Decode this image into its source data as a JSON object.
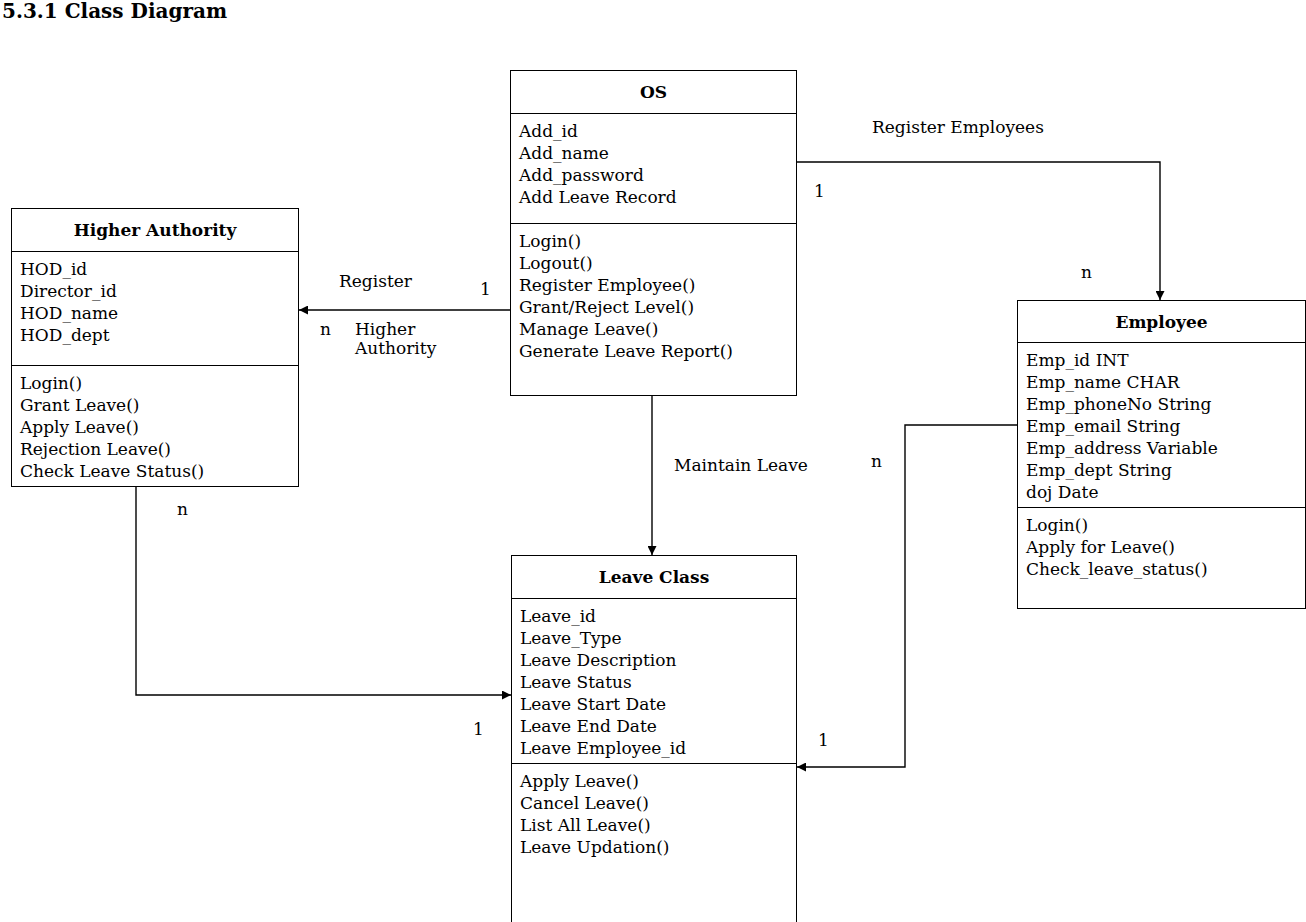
{
  "diagram": {
    "title": "5.3.1 Class Diagram",
    "nodes": [
      {
        "text": [
          "OS",
          "Add_id",
          "Add_name",
          "Add_password",
          "Add Leave Record",
          "Login()",
          "Logout()",
          "Register Employee()",
          "Grant/Reject Level()",
          "Manage Leave()",
          "Generate Leave Report()"
        ]
      },
      {
        "text": [
          "Higher Authority",
          "HOD_id",
          "Director_id",
          "HOD_name",
          "HOD_dept",
          "Login()",
          "Grant Leave()",
          "Apply Leave()",
          "Rejection Leave()",
          "Check Leave Status()"
        ]
      },
      {
        "text": [
          "Employee",
          "Emp_id INT",
          "Emp_name CHAR",
          "Emp_phoneNo String",
          "Emp_email String",
          "Emp_address Variable",
          "Emp_dept String",
          "doj Date",
          "Login()",
          "Apply for Leave()",
          "Check_leave_status()"
        ]
      },
      {
        "text": [
          "Leave Class",
          "Leave_id",
          "Leave_Type",
          "Leave Description",
          "Leave Status",
          "Leave Start Date",
          "Leave End Date",
          "Leave Employee_id",
          "Apply Leave()",
          "Cancel Leave()",
          "List All Leave()",
          "Leave Updation()"
        ]
      }
    ],
    "edges": [
      {
        "from": 0,
        "to": 1,
        "label": "Register",
        "arrow": "to"
      },
      {
        "from": 0,
        "to": 2,
        "label": "Register Employees",
        "arrow": "to"
      },
      {
        "from": 0,
        "to": 3,
        "label": "Maintain Leave",
        "arrow": "to"
      },
      {
        "from": 1,
        "to": 3,
        "arrow": "to"
      },
      {
        "from": 2,
        "to": 3,
        "arrow": "to"
      }
    ],
    "labels": [
      "1",
      "n",
      "1",
      "n",
      "Higher Authority",
      "n",
      "1",
      "n",
      "1"
    ]
  }
}
